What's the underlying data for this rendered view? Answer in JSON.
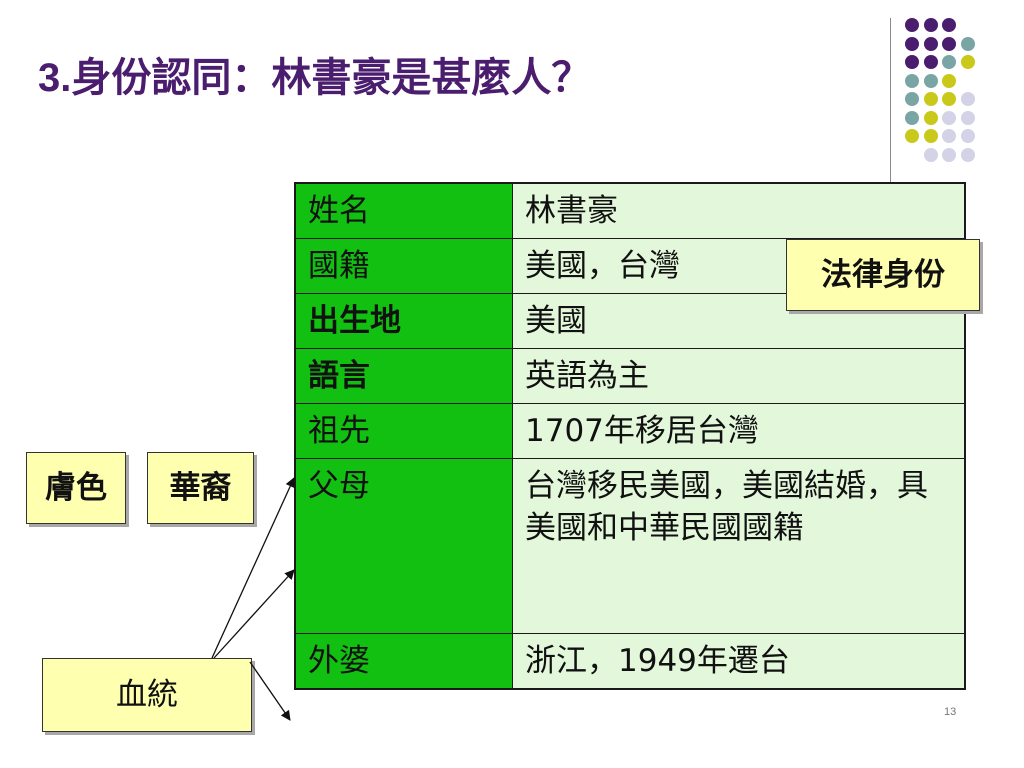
{
  "title": {
    "number": "3.",
    "text": "身份認同：林書豪是甚麼人？"
  },
  "table": {
    "rows": [
      {
        "key": "姓名",
        "value": "林書豪",
        "key_bold": false
      },
      {
        "key": "國籍",
        "value": "美國，台灣",
        "key_bold": false
      },
      {
        "key": "出生地",
        "value": "美國",
        "key_bold": true
      },
      {
        "key": "語言",
        "value": "英語為主",
        "key_bold": true
      },
      {
        "key": "祖先",
        "value": "1707年移居台灣",
        "key_bold": false
      },
      {
        "key": "父母",
        "value": "台灣移民美國，美國結婚，具美國和中華民國國籍",
        "key_bold": false
      },
      {
        "key": "外婆",
        "value": "浙江，1949年遷台",
        "key_bold": false
      }
    ]
  },
  "labels": {
    "legal_identity": "法律身份",
    "skin_color": "膚色",
    "ethnicity": "華裔",
    "bloodline": "血統"
  },
  "slide_number": "13",
  "colors": {
    "title": "#4b1d6e",
    "key_cell": "#11c011",
    "value_cell": "#e3f7db",
    "label_box": "#ffffb0",
    "dot_purple": "#4b1d6e",
    "dot_teal": "#7aa5a5",
    "dot_yellow": "#c9c91a",
    "dot_lavender": "#d4d2e6"
  }
}
